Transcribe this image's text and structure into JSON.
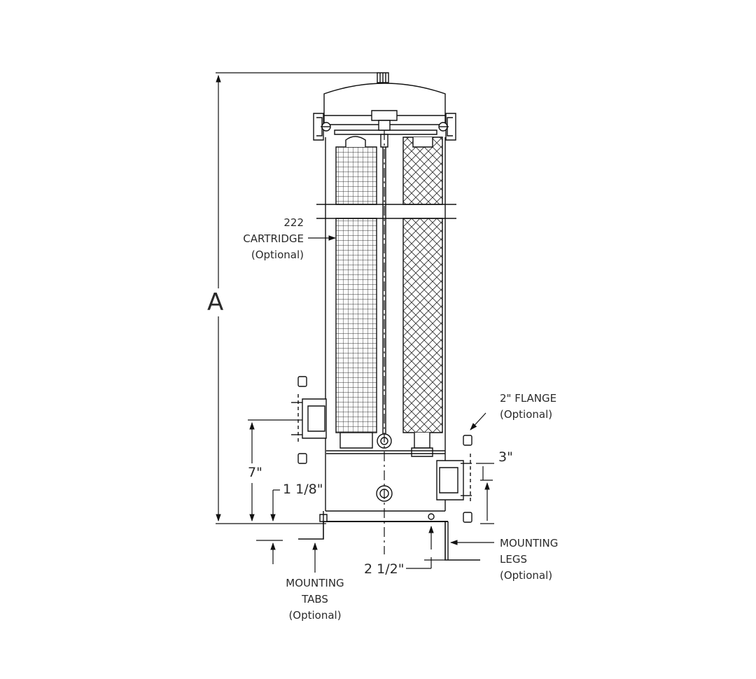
{
  "labels": {
    "dim_a": "A",
    "cartridge": [
      "222",
      "CARTRIDGE",
      "(Optional)"
    ],
    "flange": [
      "2\" FLANGE",
      "(Optional)"
    ],
    "dim_7": "7\"",
    "dim_1_1_8": "1 1/8\"",
    "dim_3": "3\"",
    "dim_2_1_2": "2 1/2\"",
    "mounting_tabs": [
      "MOUNTING",
      "TABS",
      "(Optional)"
    ],
    "mounting_legs": [
      "MOUNTING",
      "LEGS",
      "(Optional)"
    ]
  }
}
